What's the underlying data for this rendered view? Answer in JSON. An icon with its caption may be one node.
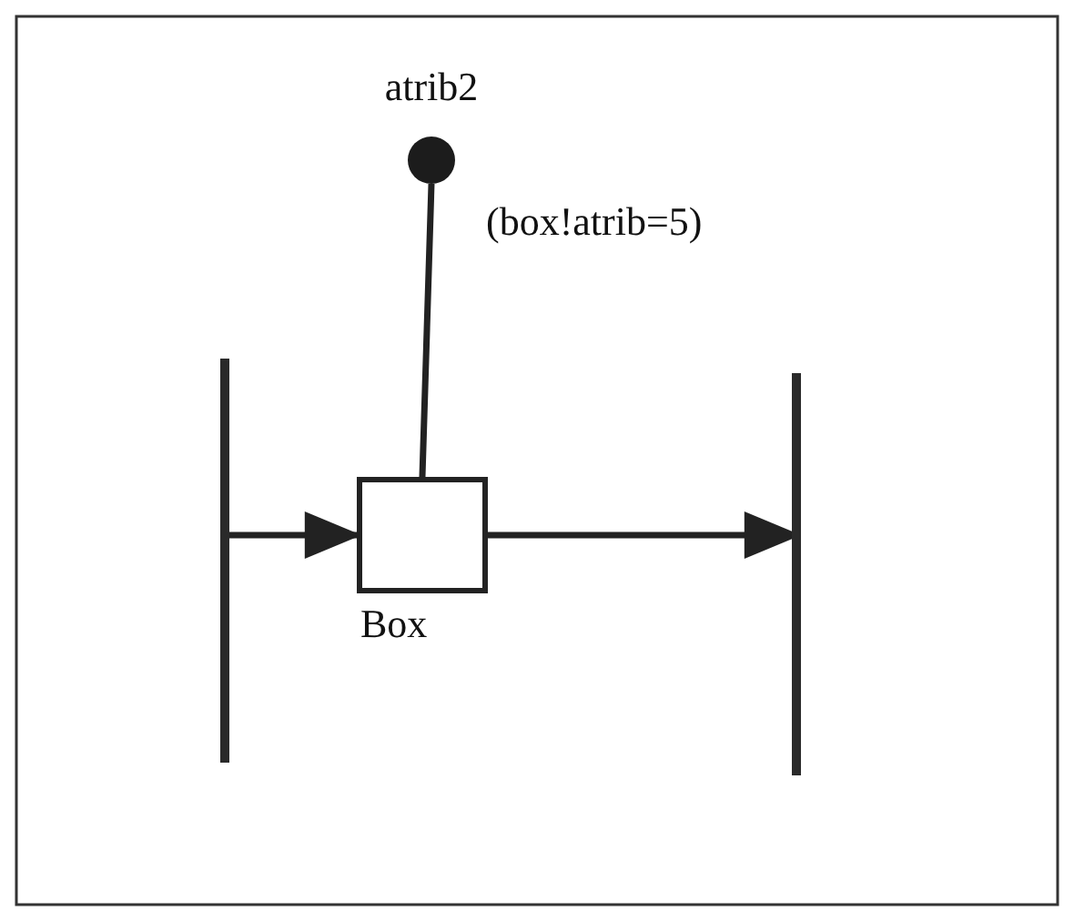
{
  "diagram": {
    "nodes": [
      {
        "text": [
          "atrib2"
        ]
      },
      {
        "text": [],
        "shape": "bar"
      },
      {
        "text": [],
        "shape": "box",
        "beside": [
          "Box"
        ]
      },
      {
        "text": [],
        "shape": "bar"
      }
    ],
    "edges": [
      {
        "from": 1,
        "to": 2,
        "arrow": "to"
      },
      {
        "from": 2,
        "to": 3,
        "arrow": "to"
      },
      {
        "from": 0,
        "to": 2,
        "arrow": "none",
        "label": "(box!atrib=5)"
      }
    ]
  }
}
